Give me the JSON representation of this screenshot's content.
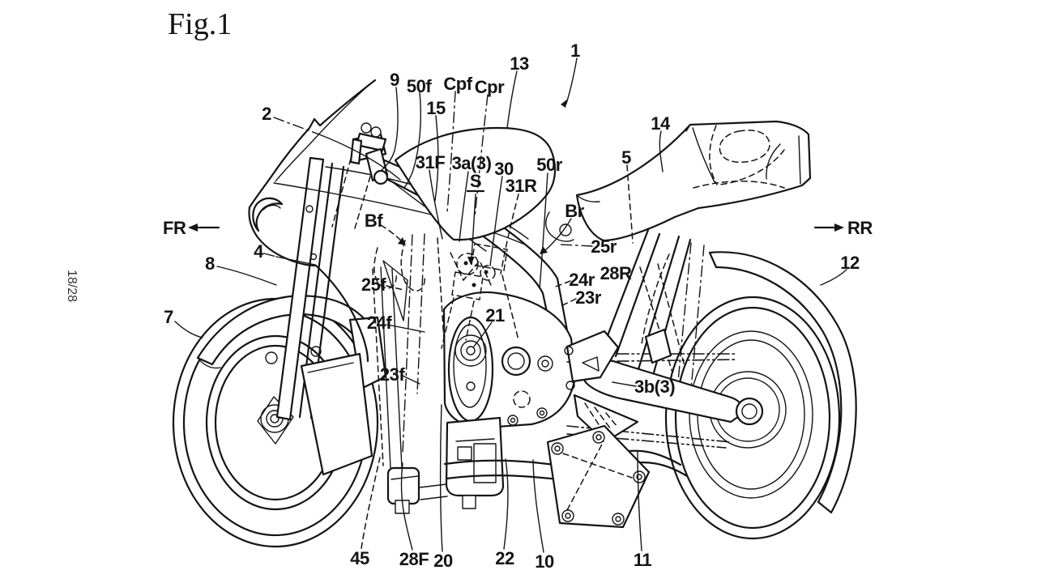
{
  "figure": {
    "title": "Fig.1",
    "page_number": "18/28",
    "type": "patent-line-drawing",
    "subject": "motorcycle side view"
  },
  "colors": {
    "line": "#141414",
    "background": "#ffffff"
  },
  "directions": {
    "front": "FR",
    "rear": "RR"
  },
  "parts": {
    "p1": "1",
    "p2": "2",
    "p4": "4",
    "p5": "5",
    "p7": "7",
    "p8": "8",
    "p9": "9",
    "p10": "10",
    "p11": "11",
    "p12": "12",
    "p13": "13",
    "p14": "14",
    "p15": "15",
    "p20": "20",
    "p21": "21",
    "p22": "22",
    "p23f": "23f",
    "p23r": "23r",
    "p24f": "24f",
    "p24r": "24r",
    "p25f": "25f",
    "p25r": "25r",
    "p28F": "28F",
    "p28R": "28R",
    "p30": "30",
    "p31F": "31F",
    "p31R": "31R",
    "p45": "45",
    "p50f": "50f",
    "p50r": "50r",
    "p3a": "3a(3)",
    "p3b": "3b(3)",
    "S": "S",
    "Bf": "Bf",
    "Br": "Br",
    "Cpf": "Cpf",
    "Cpr": "Cpr"
  }
}
